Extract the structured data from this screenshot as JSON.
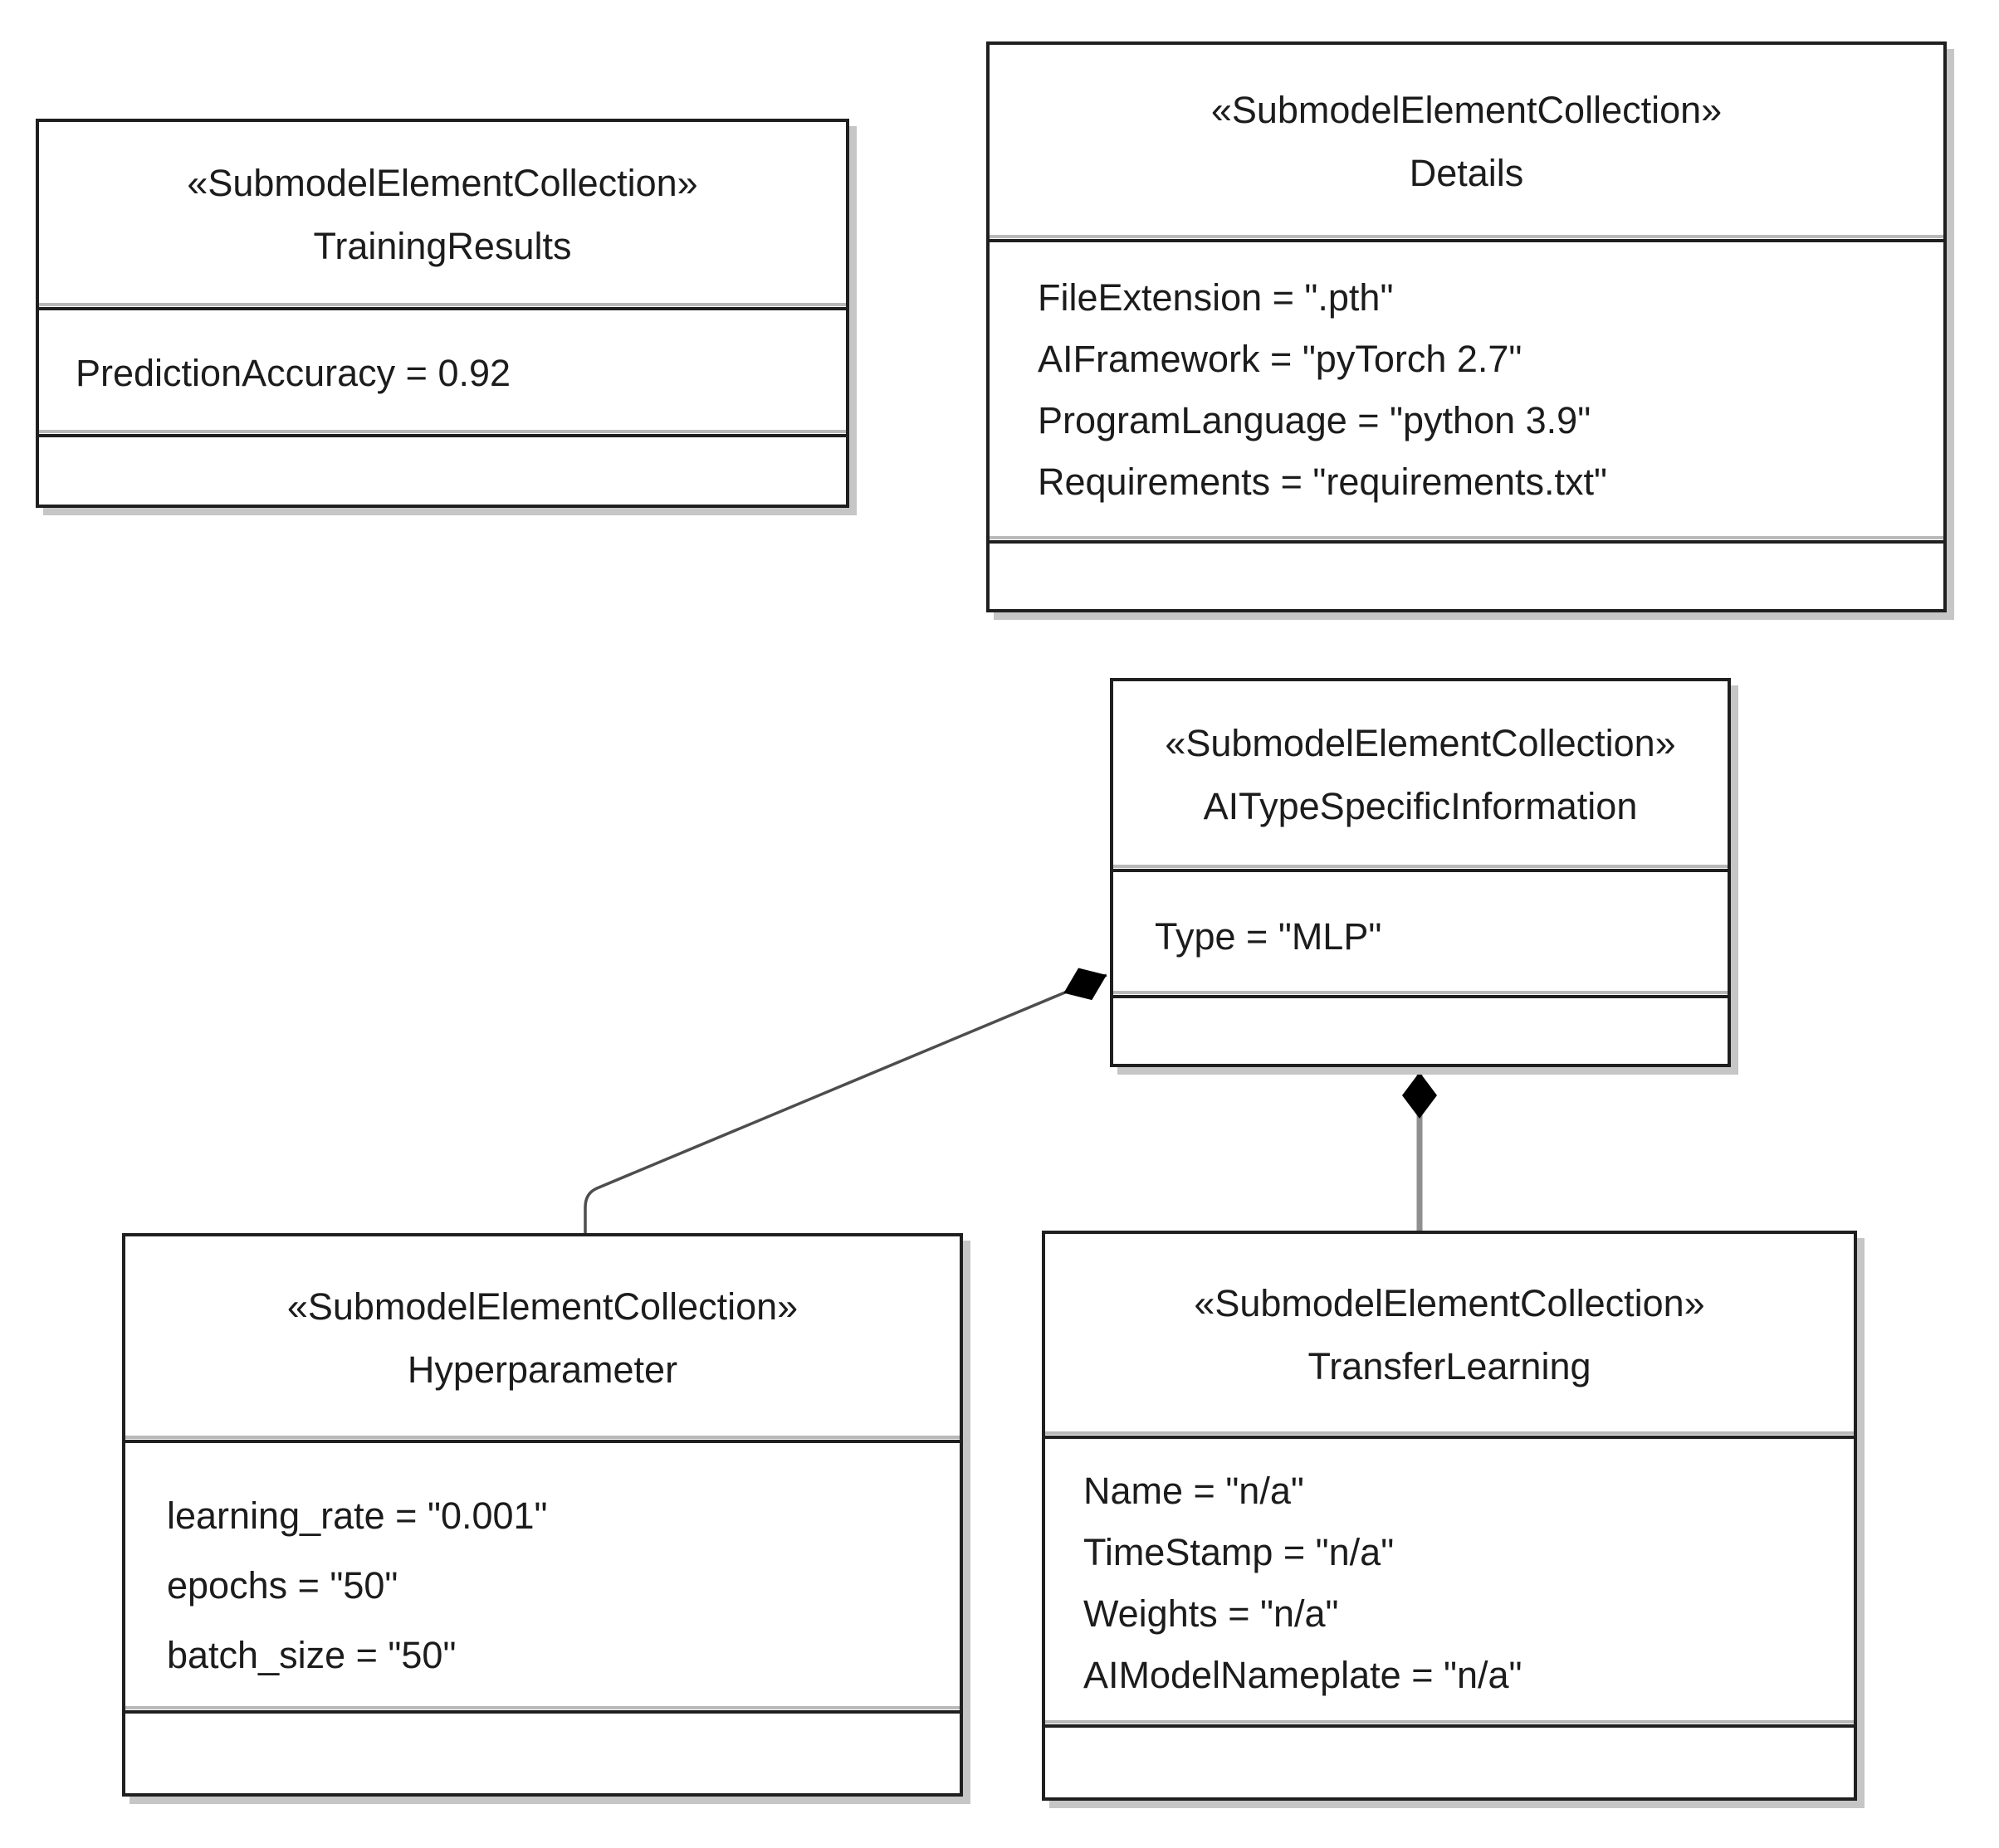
{
  "diagram": {
    "type": "uml-class-diagram",
    "colors": {
      "background": "#ffffff",
      "box_fill": "#ffffff",
      "box_border": "#1f1f1f",
      "text": "#1c1c1c",
      "shadow": "#c6c6c6",
      "connector_diagonal": "#4d4d4d",
      "connector_vertical": "#8f8f8f",
      "diamond_fill": "#000000"
    },
    "boxes": [
      {
        "id": "training-results",
        "stereotype": "«SubmodelElementCollection»",
        "name": "TrainingResults",
        "attributes": [
          "PredictionAccuracy = 0.92"
        ]
      },
      {
        "id": "details",
        "stereotype": "«SubmodelElementCollection»",
        "name": "Details",
        "attributes": [
          "FileExtension = \".pth\"",
          "AIFramework = \"pyTorch 2.7\"",
          "ProgramLanguage = \"python 3.9\"",
          "Requirements = \"requirements.txt\""
        ]
      },
      {
        "id": "ai-type-specific-information",
        "stereotype": "«SubmodelElementCollection»",
        "name": "AITypeSpecificInformation",
        "attributes": [
          "Type = \"MLP\""
        ]
      },
      {
        "id": "hyperparameter",
        "stereotype": "«SubmodelElementCollection»",
        "name": "Hyperparameter",
        "attributes": [
          "learning_rate = \"0.001\"",
          "epochs = \"50\"",
          "batch_size = \"50\""
        ]
      },
      {
        "id": "transfer-learning",
        "stereotype": "«SubmodelElementCollection»",
        "name": "TransferLearning",
        "attributes": [
          "Name = \"n/a\"",
          "TimeStamp = \"n/a\"",
          "Weights = \"n/a\"",
          "AIModelNameplate = \"n/a\""
        ]
      }
    ],
    "relations": [
      {
        "from": "Hyperparameter",
        "to": "AITypeSpecificInformation",
        "type": "composition",
        "diamond_at": "AITypeSpecificInformation left edge"
      },
      {
        "from": "TransferLearning",
        "to": "AITypeSpecificInformation",
        "type": "composition",
        "diamond_at": "AITypeSpecificInformation bottom edge"
      }
    ]
  }
}
